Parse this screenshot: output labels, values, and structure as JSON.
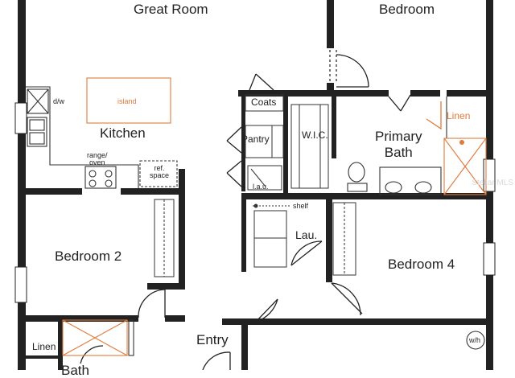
{
  "rooms": {
    "great_room": "Great Room",
    "bedroom_top": "Bedroom",
    "kitchen": "Kitchen",
    "island": "island",
    "dw": "d/w",
    "range_oven": "range/\noven",
    "ref_space": "ref.\nspace",
    "coats": "Coats",
    "pantry": "Pantry",
    "wic": "W.I.C.",
    "lau_small": "l.a.u.",
    "primary_bath": "Primary\nBath",
    "linen_top": "Linen",
    "shelf": "shelf",
    "laundry": "Lau.",
    "bedroom_2": "Bedroom 2",
    "bedroom_4": "Bedroom 4",
    "linen_bottom": "Linen",
    "bath": "Bath",
    "entry": "Entry",
    "wh": "w/h"
  },
  "watermark": "Stellar MLS",
  "colors": {
    "wall": "#222222",
    "accent": "#e07a3a",
    "fixture": "#555555"
  }
}
